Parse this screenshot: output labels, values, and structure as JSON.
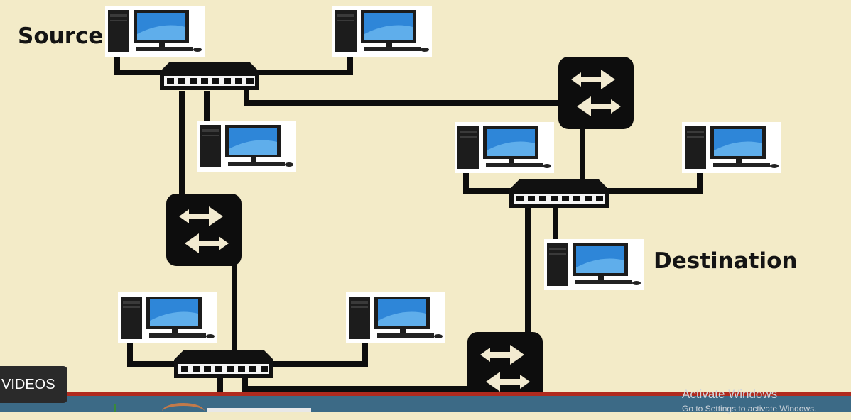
{
  "labels": {
    "source": "Source",
    "destination": "Destination"
  },
  "overlay": {
    "videos_button": "VIDEOS",
    "activate_title": "Activate Windows",
    "activate_sub": "Go to Settings to activate Windows."
  },
  "colors": {
    "background": "#f3ebc8",
    "device": "#111111",
    "screen": "#2e86d8",
    "bottom_bar": "#3c6a86",
    "bottom_red": "#b02a1e"
  },
  "icons": {
    "computer": "desktop-computer-icon",
    "hub": "hub-icon",
    "router": "router-arrows-icon"
  }
}
